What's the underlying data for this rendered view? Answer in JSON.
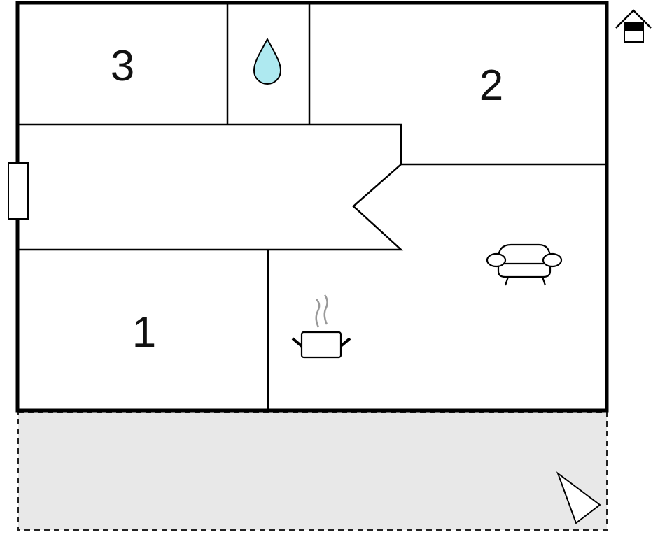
{
  "rooms": [
    {
      "label": "3",
      "type": "bedroom"
    },
    {
      "label": "2",
      "type": "bedroom"
    },
    {
      "label": "1",
      "type": "bedroom"
    }
  ],
  "icons": [
    "water-drop-icon",
    "sofa-icon",
    "cooking-pot-icon",
    "house-floor-icon",
    "compass-north-icon",
    "window-icon"
  ],
  "colors": {
    "wall": "#000000",
    "terrace": "#e8e8e8",
    "water": "#aee9f0",
    "steam": "#999999"
  }
}
